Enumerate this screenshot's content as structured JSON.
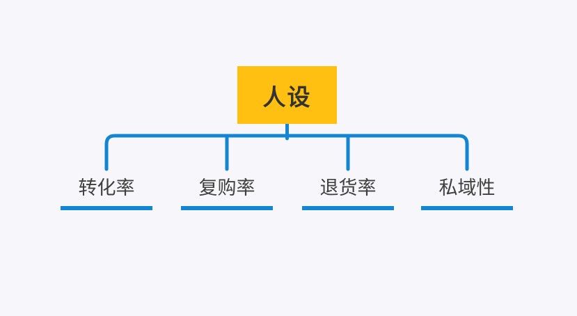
{
  "diagram": {
    "type": "mindmap-org-chart",
    "background_color": "#f7f7fb",
    "branch_color": "#1285d3",
    "root": {
      "label": "人设",
      "fill_color": "#ffc011",
      "text_color": "#333333"
    },
    "children": [
      {
        "label": "转化率"
      },
      {
        "label": "复购率"
      },
      {
        "label": "退货率"
      },
      {
        "label": "私域性"
      }
    ]
  }
}
